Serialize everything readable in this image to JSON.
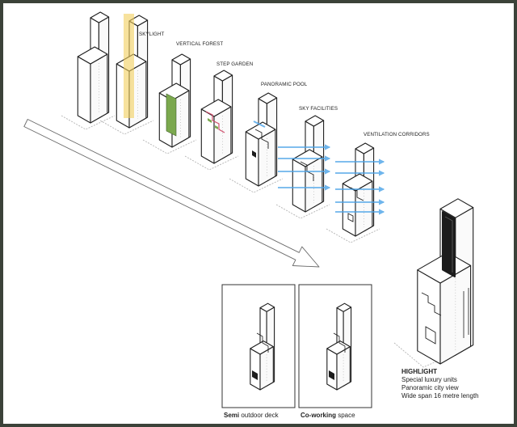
{
  "labels": {
    "skylight": "SKYLIGHT",
    "vertical_forest": "VERTICAL FOREST",
    "step_garden": "STEP GARDEN",
    "panoramic_pool": "PANORAMIC POOL",
    "sky_facilities": "SKY FACILITIES",
    "ventilation_corridors": "VENTILATION CORRIDORS"
  },
  "panels": [
    {
      "bold": "Semi",
      "rest": "outdoor deck"
    },
    {
      "bold": "Co-working",
      "rest": "space"
    }
  ],
  "highlight": {
    "title": "HIGHLIGHT",
    "items": [
      "Special luxury units",
      "Panoramic city view",
      "Wide span 16 metre length"
    ]
  },
  "colors": {
    "frame": "#3b4239",
    "line": "#1e1e1e",
    "skylight": "#f2cf5b",
    "vertical_forest": "#7ba84e",
    "step_garden": "#d0506e",
    "air_flow": "#4aa3e8",
    "panel_dark": "#1c1c1c"
  }
}
